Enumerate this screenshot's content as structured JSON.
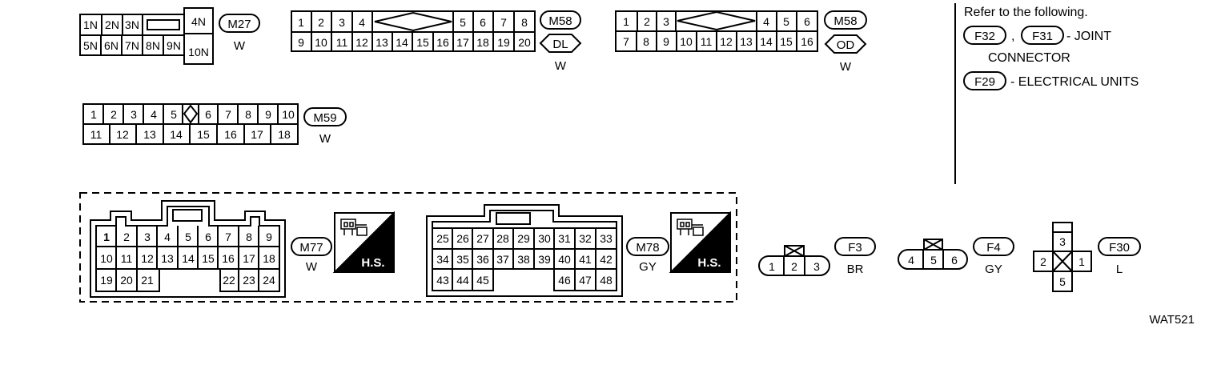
{
  "connectors": {
    "m27": {
      "label": "M27",
      "color": "W",
      "pins_top": [
        "1N",
        "2N",
        "3N"
      ],
      "pins_bottom": [
        "5N",
        "6N",
        "7N",
        "8N",
        "9N"
      ],
      "pin_right_top": "4N",
      "pin_right_bottom": "10N"
    },
    "m58_dl": {
      "label": "M58",
      "variant": "DL",
      "color": "W",
      "pins_top_left": [
        "1",
        "2",
        "3",
        "4"
      ],
      "pins_top_right": [
        "5",
        "6",
        "7",
        "8"
      ],
      "pins_bottom": [
        "9",
        "10",
        "11",
        "12",
        "13",
        "14",
        "15",
        "16",
        "17",
        "18",
        "19",
        "20"
      ]
    },
    "m58_od": {
      "label": "M58",
      "variant": "OD",
      "color": "W",
      "pins_top_left": [
        "1",
        "2",
        "3"
      ],
      "pins_top_right": [
        "4",
        "5",
        "6"
      ],
      "pins_bottom": [
        "7",
        "8",
        "9",
        "10",
        "11",
        "12",
        "13",
        "14",
        "15",
        "16"
      ]
    },
    "m59": {
      "label": "M59",
      "color": "W",
      "pins_top_left": [
        "1",
        "2",
        "3",
        "4",
        "5"
      ],
      "pins_top_right": [
        "6",
        "7",
        "8",
        "9",
        "10"
      ],
      "pins_bottom": [
        "11",
        "12",
        "13",
        "14",
        "15",
        "16",
        "17",
        "18"
      ]
    },
    "m77": {
      "label": "M77",
      "color": "W",
      "hs": "H.S.",
      "row1": [
        "1",
        "2",
        "3",
        "4",
        "5",
        "6",
        "7",
        "8",
        "9"
      ],
      "row2": [
        "10",
        "11",
        "12",
        "13",
        "14",
        "15",
        "16",
        "17",
        "18"
      ],
      "row3_left": [
        "19",
        "20",
        "21"
      ],
      "row3_right": [
        "22",
        "23",
        "24"
      ]
    },
    "m78": {
      "label": "M78",
      "color": "GY",
      "hs": "H.S.",
      "row1": [
        "25",
        "26",
        "27",
        "28",
        "29",
        "30",
        "31",
        "32",
        "33"
      ],
      "row2": [
        "34",
        "35",
        "36",
        "37",
        "38",
        "39",
        "40",
        "41",
        "42"
      ],
      "row3_left": [
        "43",
        "44",
        "45"
      ],
      "row3_right": [
        "46",
        "47",
        "48"
      ]
    },
    "f3": {
      "label": "F3",
      "color": "BR",
      "pins": [
        "1",
        "2",
        "3"
      ]
    },
    "f4": {
      "label": "F4",
      "color": "GY",
      "pins": [
        "4",
        "5",
        "6"
      ]
    },
    "f30": {
      "label": "F30",
      "color": "L",
      "pin_top": "3",
      "pin_left": "2",
      "pin_right": "1",
      "pin_bottom": "5"
    }
  },
  "reference": {
    "heading": "Refer to the following.",
    "tag_a": "F32",
    "separator": ",",
    "tag_b": "F31",
    "joint_text": "- JOINT",
    "connector_text": "CONNECTOR",
    "tag_c": "F29",
    "electrical_text": "- ELECTRICAL UNITS"
  },
  "figure_id": "WAT521"
}
